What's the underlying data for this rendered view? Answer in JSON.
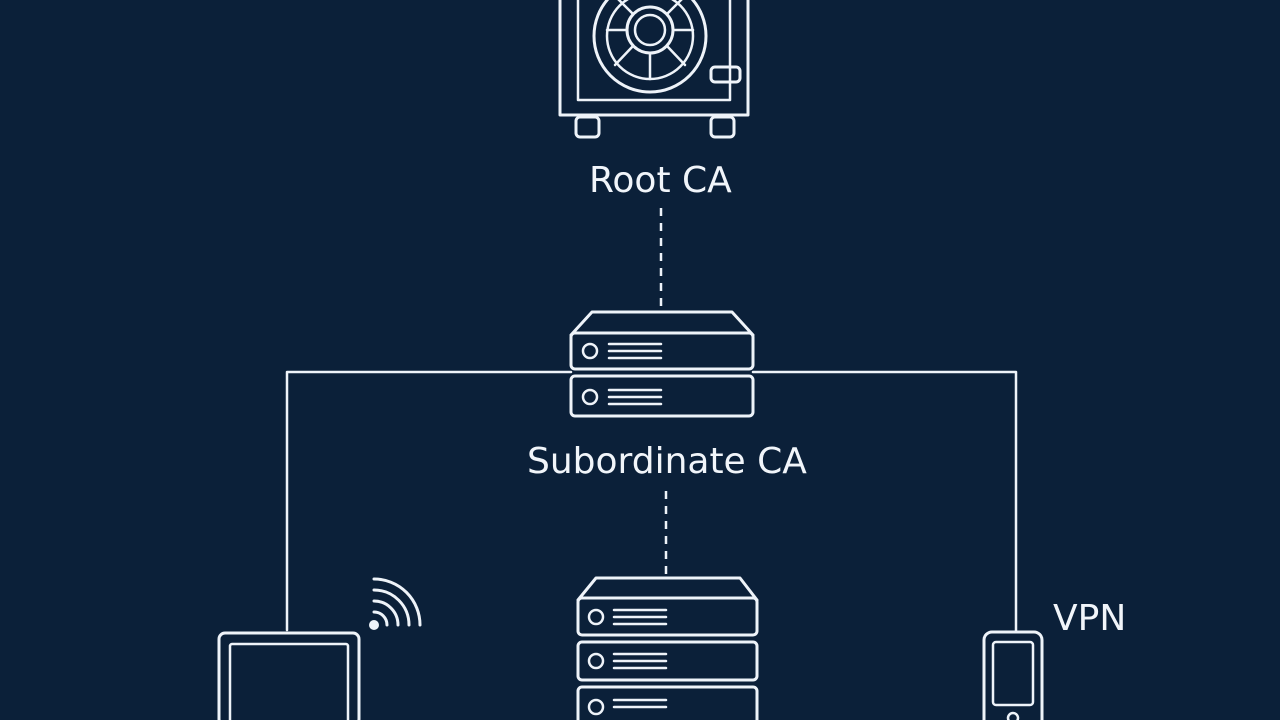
{
  "diagram": {
    "background": "#0b2039",
    "line_color": "#eef3f9",
    "nodes": {
      "root_ca": {
        "label": "Root CA",
        "icon": "vault-safe-icon"
      },
      "subordinate_ca": {
        "label": "Subordinate CA",
        "icon": "server-stack-icon"
      },
      "laptop": {
        "icon": "laptop-icon",
        "badge_icon": "wifi-signal-icon"
      },
      "server": {
        "icon": "server-rack-icon"
      },
      "phone": {
        "label": "VPN",
        "icon": "smartphone-icon"
      }
    },
    "edges": [
      {
        "from": "root_ca",
        "to": "subordinate_ca",
        "style": "dashed"
      },
      {
        "from": "subordinate_ca",
        "to": "laptop",
        "style": "solid"
      },
      {
        "from": "subordinate_ca",
        "to": "server",
        "style": "dashed"
      },
      {
        "from": "subordinate_ca",
        "to": "phone",
        "style": "solid"
      }
    ]
  }
}
